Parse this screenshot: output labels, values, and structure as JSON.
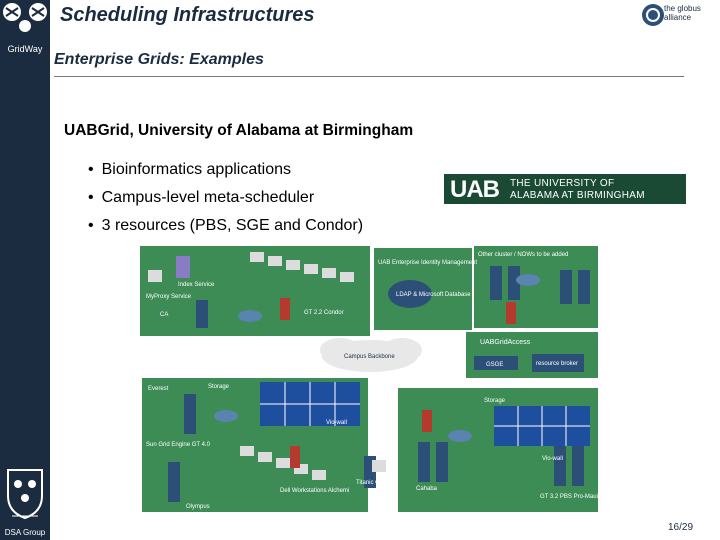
{
  "header": {
    "title": "Scheduling Infrastructures",
    "subtitle": "Enterprise Grids: Examples",
    "partner_logo_text": "the globus alliance"
  },
  "sidebar": {
    "brand_label": "GridWay",
    "group_label": "DSA Group"
  },
  "main": {
    "heading": "UABGrid, University of Alabama at Birmingham",
    "bullets": [
      "Bioinformatics applications",
      "Campus-level meta-scheduler",
      "3 resources (PBS, SGE and Condor)"
    ]
  },
  "uab_logo": {
    "mark": "UAB",
    "line1": "THE UNIVERSITY OF",
    "line2": "ALABAMA AT BIRMINGHAM"
  },
  "diagram": {
    "labels": {
      "index_service": "Index Service",
      "mds_service": "MyProxy Service",
      "ca": "CA",
      "identity": "UAB Enterprise Identity Management",
      "ldap": "LDAP & Microsoft Database",
      "other_cluster": "Other cluster / NOWs to be added",
      "gt_condor": "GT 2.2 Condor",
      "campus_backbone": "Campus Backbone",
      "uabgridaccess": "UABGridAccess",
      "gsge": "GSGE",
      "resource_broker": "resource broker",
      "everest": "Everest",
      "storage_left": "Storage",
      "storage_right": "Storage",
      "vio_wall_left": "Vio-wall",
      "vio_wall_right": "Vio-wall",
      "sun_grid_engine": "Sun Grid Engine GT 4.0",
      "dell_workstations": "Dell Workstations Alchemi",
      "titanic": "Titanic GT 4.0.2",
      "olympus": "Olympus",
      "cahaba": "Cahaba",
      "gt_pbs": "GT 3.2 PBS Pro-Maui"
    }
  },
  "footer": {
    "page_number": "16/29"
  },
  "colors": {
    "sidebar": "#1c2c40",
    "diagram_panel": "#3d8c56",
    "uab_green": "#1b4a34",
    "server_blue": "#2c4f78",
    "firewall_red": "#b53a2e"
  }
}
